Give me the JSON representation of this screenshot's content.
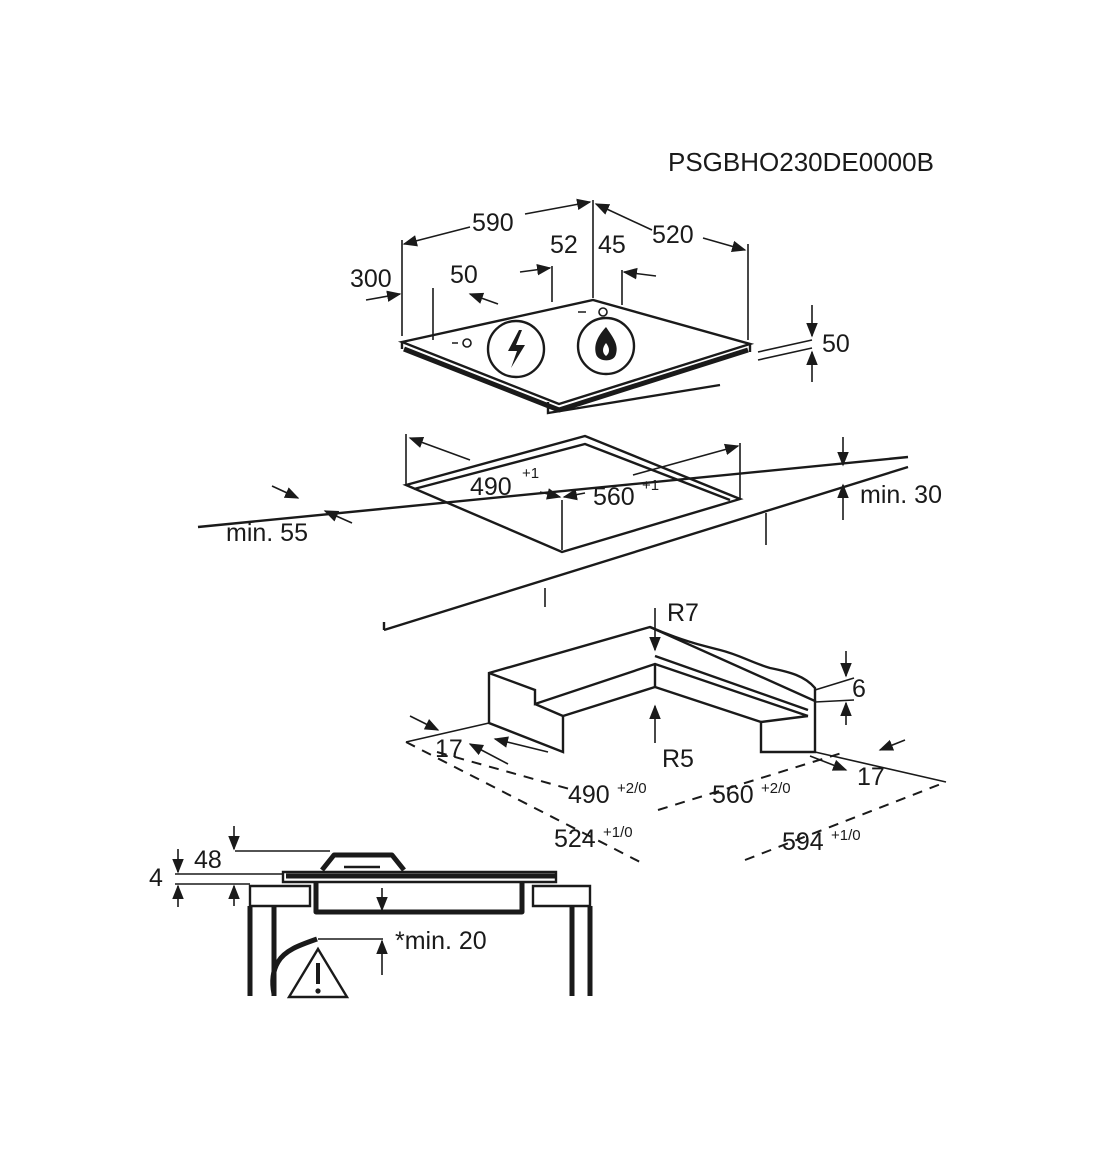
{
  "document_code": "PSGBHO230DE0000B",
  "hob": {
    "width": "590",
    "depth": "520",
    "left_offset": "300",
    "left_connection": "50",
    "connection_a": "52",
    "connection_b": "45",
    "height": "50",
    "icons": [
      "lightning-icon",
      "flame-icon"
    ]
  },
  "cutout": {
    "depth": "490",
    "depth_tol": "+1",
    "width": "560",
    "width_tol": "+1",
    "min_front": "min. 55",
    "min_wall": "min. 30"
  },
  "rebate": {
    "radius_top": "R7",
    "radius_bottom": "R5",
    "step": "6",
    "edge_left": "17",
    "edge_right": "17",
    "inner_depth": "490",
    "inner_depth_tol": "+2/0",
    "inner_width": "560",
    "inner_width_tol": "+2/0",
    "outer_depth": "524",
    "outer_depth_tol": "+1/0",
    "outer_width": "594",
    "outer_width_tol": "+1/0"
  },
  "section": {
    "total_height": "48",
    "top_height": "4",
    "clearance": "*min. 20",
    "warning_icon": "warning-triangle-icon"
  },
  "colors": {
    "line": "#1a1a1a",
    "background": "#ffffff"
  }
}
